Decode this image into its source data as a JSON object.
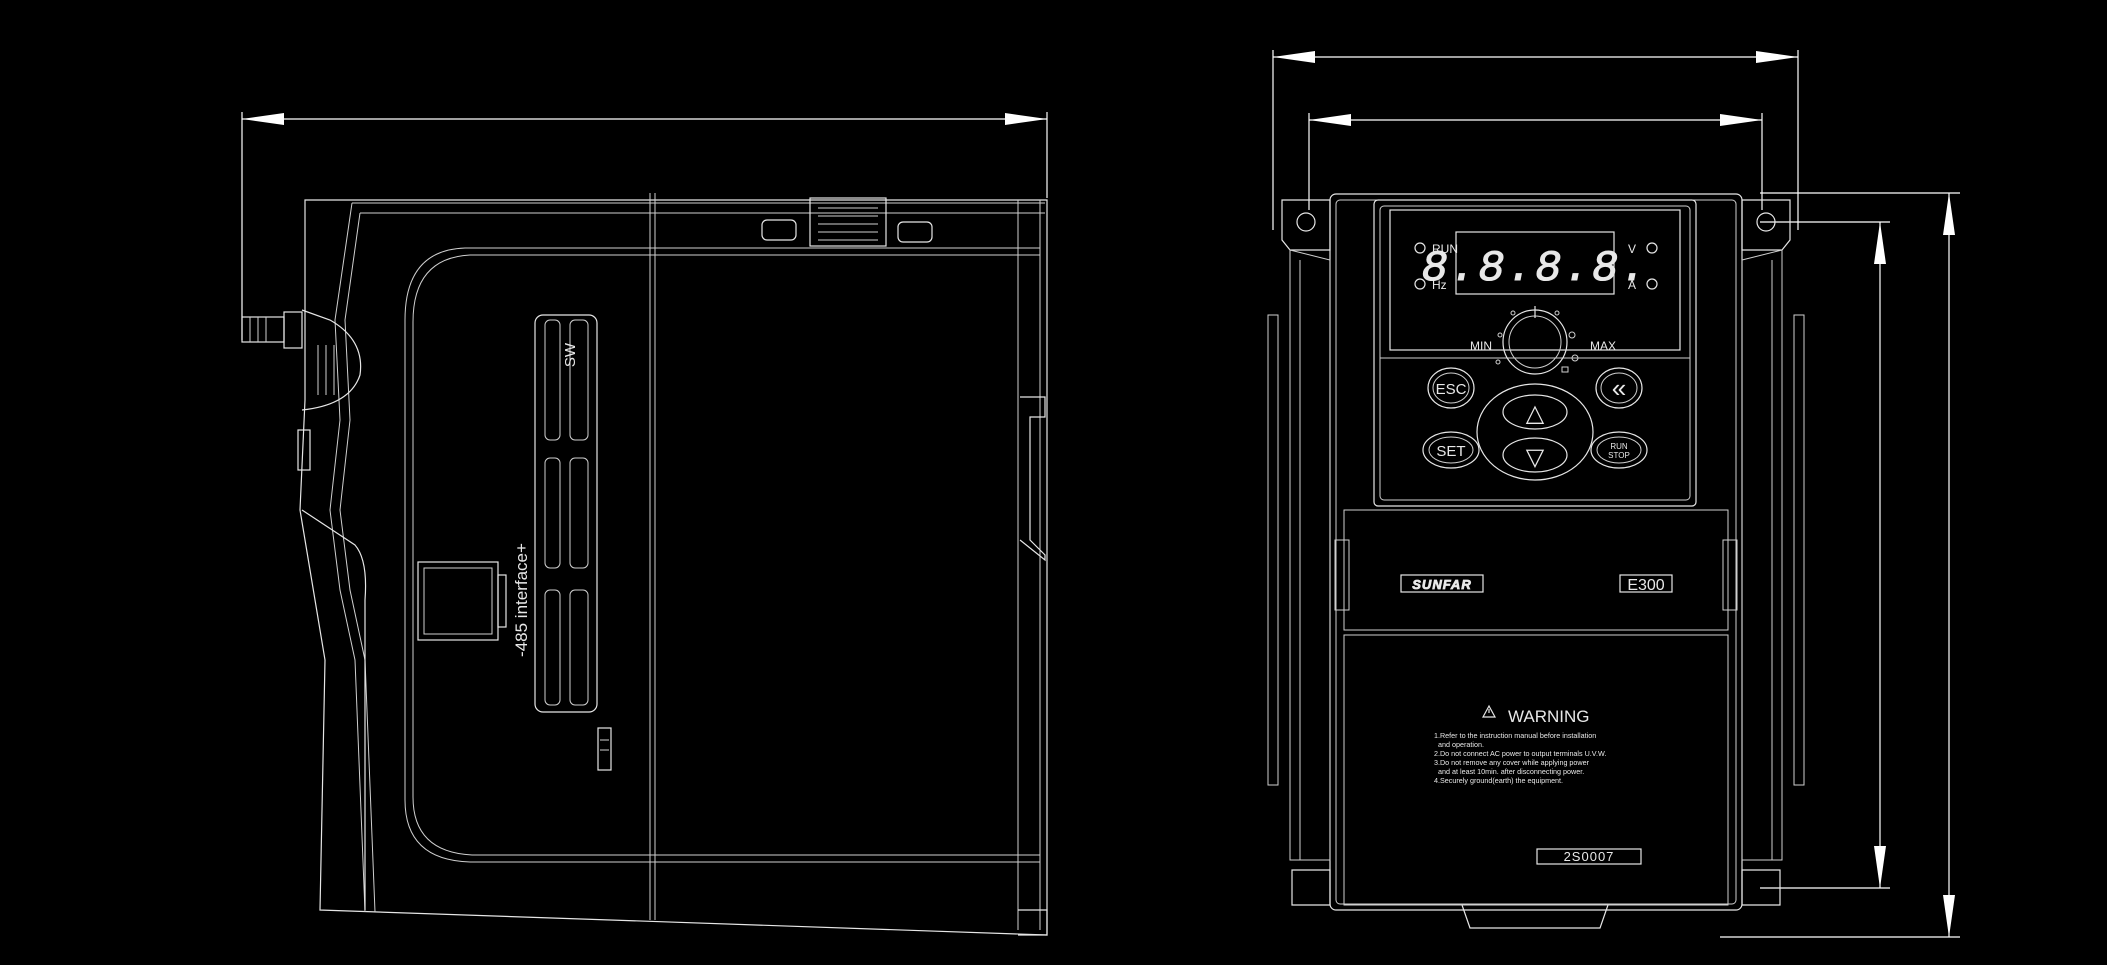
{
  "side_view": {
    "port_label": "-485 interface+",
    "switch_label": "SW"
  },
  "front_view": {
    "display": {
      "digits": "8.8.8.8.",
      "led_run": "RUN",
      "led_hz": "Hz",
      "led_v": "V",
      "led_a": "A"
    },
    "knob": {
      "min_label": "MIN",
      "max_label": "MAX"
    },
    "keys": {
      "esc": "ESC",
      "set": "SET",
      "shift": "«",
      "up": "△",
      "down": "▽",
      "run_stop_line1": "RUN",
      "run_stop_line2": "STOP"
    },
    "brand": "SUNFAR",
    "model": "E300",
    "warning": {
      "title": "WARNING",
      "lines": [
        "1.Refer to the instruction manual before installation",
        "  and operation.",
        "2.Do not connect AC power to output terminals U.V.W.",
        "3.Do not remove any cover while applying power",
        "  and at least 10min. after disconnecting power.",
        "4.Securely ground(earth) the equipment."
      ]
    },
    "serial": "2S0007"
  }
}
